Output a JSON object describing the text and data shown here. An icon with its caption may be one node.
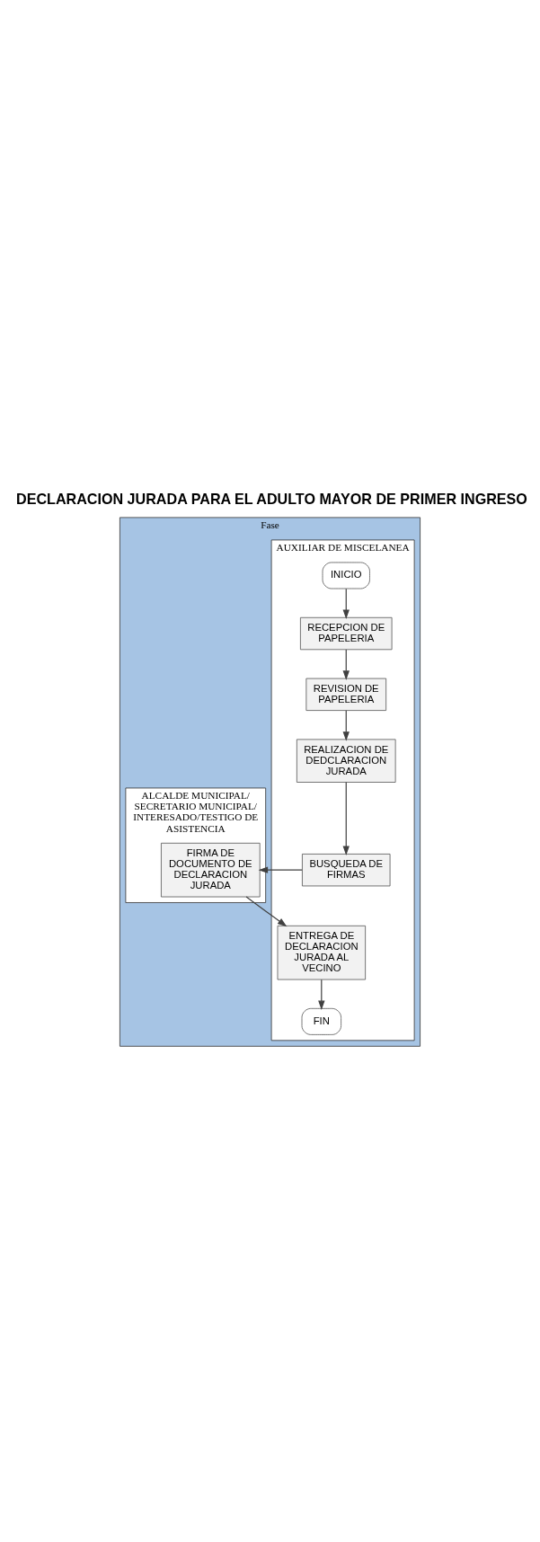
{
  "diagram": {
    "title": "DECLARACION JURADA PARA EL ADULTO MAYOR DE PRIMER INGRESO",
    "nodes": [
      {
        "text": [
          "Fase"
        ]
      },
      {
        "text": [
          "AUXILIAR DE MISCELANEA"
        ],
        "in": 0
      },
      {
        "text": [
          "ALCALDE MUNICIPAL/ SECRETARIO MUNICIPAL/ INTERESADO/TESTIGO DE ASISTENCIA"
        ],
        "in": 0
      },
      {
        "text": [
          "INICIO"
        ],
        "in": 1
      },
      {
        "text": [
          "RECEPCION DE PAPELERIA"
        ],
        "in": 1
      },
      {
        "text": [
          "REVISION DE PAPELERIA"
        ],
        "in": 1
      },
      {
        "text": [
          "REALIZACION DE DEDCLARACION JURADA"
        ],
        "in": 1
      },
      {
        "text": [
          "BUSQUEDA DE FIRMAS"
        ],
        "in": 1
      },
      {
        "text": [
          "FIRMA DE DOCUMENTO DE DECLARACION JURADA"
        ],
        "in": 2
      },
      {
        "text": [
          "ENTREGA DE DECLARACION JURADA AL VECINO"
        ],
        "in": 1
      },
      {
        "text": [
          "FIN"
        ],
        "in": 1
      }
    ],
    "edges": [
      {
        "from": 3,
        "to": 4,
        "arrow": "to"
      },
      {
        "from": 4,
        "to": 5,
        "arrow": "to"
      },
      {
        "from": 5,
        "to": 6,
        "arrow": "to"
      },
      {
        "from": 6,
        "to": 7,
        "arrow": "to"
      },
      {
        "from": 7,
        "to": 8,
        "arrow": "to"
      },
      {
        "from": 8,
        "to": 9,
        "arrow": "to"
      },
      {
        "from": 9,
        "to": 10,
        "arrow": "to"
      }
    ]
  }
}
